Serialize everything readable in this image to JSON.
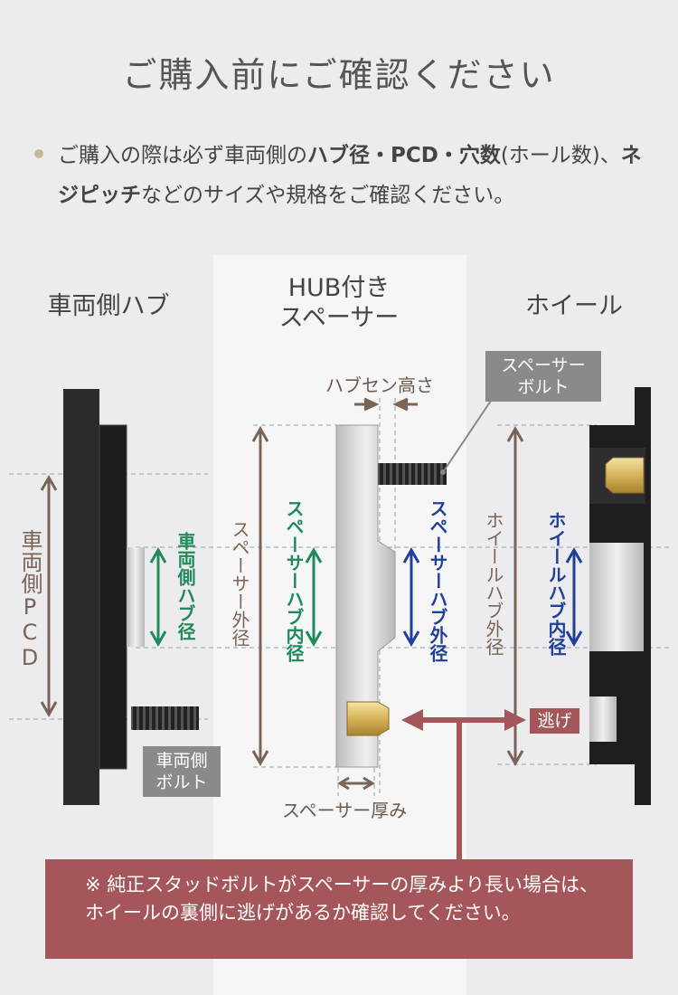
{
  "title": "ご購入前にご確認ください",
  "note": {
    "part1": "ご購入の際は必ず車両側の",
    "bold1": "ハブ径・PCD・穴数",
    "part2": "(ホール数)、",
    "bold2": "ネジピッチ",
    "part3": "などのサイズや規格をご確認ください。"
  },
  "columns": {
    "vehicle_hub": "車両側ハブ",
    "spacer": "HUB付き\nスペーサー",
    "wheel": "ホイール"
  },
  "labels": {
    "vehicle_pcd": "車両側PCD",
    "vehicle_hub_dia": "車両側ハブ径",
    "spacer_outer": "スペーサー外径",
    "spacer_hub_inner": "スペーサーハブ内径",
    "spacer_hub_outer": "スペーサーハブ外径",
    "wheel_hub_outer": "ホイールハブ外径",
    "wheel_hub_inner": "ホイールハブ内径",
    "hub_center_height": "ハブセン高さ",
    "spacer_thickness": "スペーサー厚み",
    "spacer_bolt": "スペーサー\nボルト",
    "vehicle_bolt": "車両側\nボルト",
    "relief": "逃げ"
  },
  "caution": "※ 純正スタッドボルトがスペーサーの厚みより長い場合は、ホイールの裏側に逃げがあるか確認してください。",
  "colors": {
    "green": "#1f8a5b",
    "blue": "#1f3f9a",
    "brown": "#7a6458",
    "red": "#a5565a"
  }
}
